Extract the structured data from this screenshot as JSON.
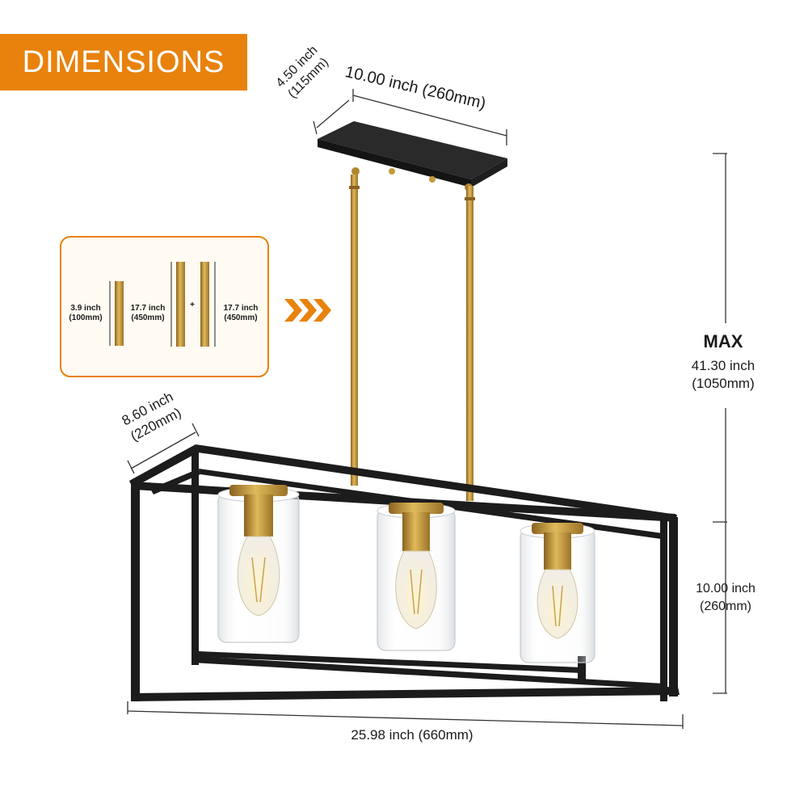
{
  "badge": {
    "text": "DIMENSIONS"
  },
  "colors": {
    "accent": "#e8820c",
    "frame": "#1c1c1c",
    "brass": "#c59a3a"
  },
  "canopy": {
    "width_text": "10.00 inch (260mm)",
    "depth_inch": "4.50 inch",
    "depth_mm": "(115mm)"
  },
  "rods": {
    "rod1": {
      "inch": "3.9 inch",
      "mm": "(100mm)"
    },
    "rod2": {
      "inch": "17.7 inch",
      "mm": "(450mm)"
    },
    "plus": "+",
    "rod3": {
      "inch": "17.7 inch",
      "mm": "(450mm)"
    },
    "arrow_icon": "triple-chevron-right"
  },
  "max_height": {
    "label": "MAX",
    "inch": "41.30 inch",
    "mm": "(1050mm)"
  },
  "fixture": {
    "depth_inch": "8.60 inch",
    "depth_mm": "(220mm)",
    "height_inch": "10.00 inch",
    "height_mm": "(260mm)",
    "length_text": "25.98 inch (660mm)"
  }
}
